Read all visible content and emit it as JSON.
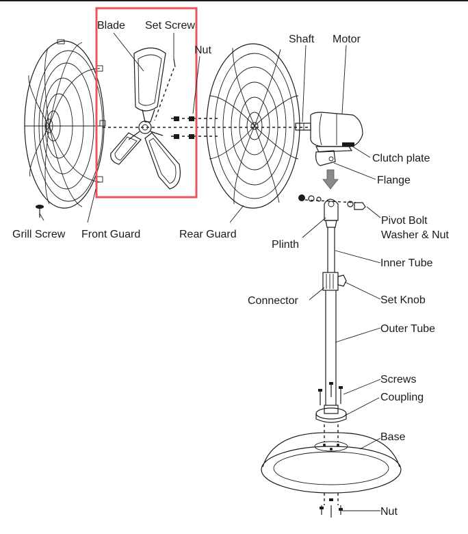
{
  "labels": {
    "blade": "Blade",
    "set_screw": "Set Screw",
    "nut_top": "Nut",
    "shaft": "Shaft",
    "motor": "Motor",
    "clutch_plate": "Clutch plate",
    "flange": "Flange",
    "pivot_bolt_line1": "Pivot Bolt",
    "pivot_bolt_line2": "Washer & Nut",
    "grill_screw": "Grill Screw",
    "front_guard": "Front Guard",
    "rear_guard": "Rear Guard",
    "plinth": "Plinth",
    "inner_tube": "Inner Tube",
    "connector": "Connector",
    "set_knob": "Set Knob",
    "outer_tube": "Outer Tube",
    "screws": "Screws",
    "coupling": "Coupling",
    "base": "Base",
    "nut_bottom": "Nut"
  },
  "colors": {
    "line": "#1a1a1a",
    "highlight": "#e8555a",
    "arrow_fill": "#8a8a8a"
  },
  "highlight_box": {
    "target": "blade-assembly"
  }
}
